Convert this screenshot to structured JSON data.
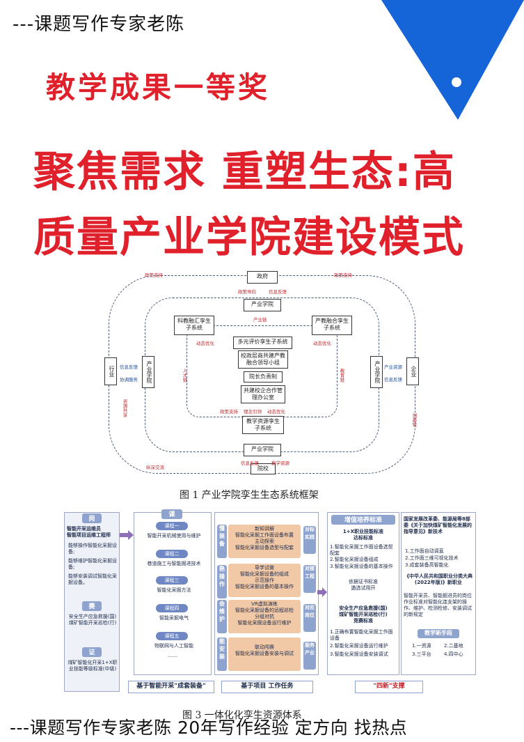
{
  "header": {
    "credit": "---课题写作专家老陈",
    "award": "教学成果一等奖",
    "headline_line1": "聚焦需求 重塑生态:高",
    "headline_line2": "质量产业学院建设模式"
  },
  "colors": {
    "accent_red": "#e0202a",
    "corner_blue": "#1565d8"
  },
  "figure1": {
    "caption": "图 1  产业学院孪生生态系统框架",
    "nodes": {
      "government": "政府",
      "college_top": "产业学院",
      "sci_tech": "科教融汇孪生子系统",
      "industry_edu": "产教融合孪生子系统",
      "multi_eval": "多元评价孪生子系统",
      "leader_group": "校政层商共建产教融合领导小组",
      "dean": "院长负责制",
      "office": "共建校企合作管理办公室",
      "teaching_res": "教学资源孪生子系统",
      "college_bottom": "产业学院",
      "school": "院校",
      "industry_left": "行业",
      "college_left": "产业学院",
      "college_right": "产业学院",
      "enterprise_right": "企业"
    },
    "labels": {
      "policy_support_top": "政策支持",
      "policy_support_right": "政策支持",
      "policy_guide": "政策导向",
      "info_feedback_top": "信息反馈",
      "industry_chain": "产业链",
      "info_feedback_left": "信息反馈",
      "coordinate_service": "协调服务",
      "resource_sharing": "资源共享",
      "industry_resource": "产业资源",
      "info_feedback_right": "信息反馈",
      "education_chain": "教育链",
      "talent_chain": "人才链",
      "innovation_chain": "创新链",
      "dynamic_opt_left": "动态优化",
      "dynamic_opt_right": "动态优化",
      "policy_support_bottom": "政策支持",
      "concept_guide": "理念引领",
      "dynamic_opt_bottom": "动态优化",
      "info_feedback_bottom": "信息反馈",
      "teaching_resource": "教学资源",
      "deep_cross": "纵深交流"
    }
  },
  "figure3": {
    "caption": "图 3  一体化化孪生资源体系",
    "col1": {
      "tag_post": "岗",
      "post_title": "智能开采运维员\n智能项目运维工程师",
      "abilities": [
        "能够操作智能化采掘设备;",
        "能够维护智能化采掘设备;",
        "能够安装调试智能化采掘设备。"
      ],
      "tag_match": "赛",
      "match_text": "安全生产应急救援(国)\n煤矿智能开采巡检(行)",
      "tag_cert": "证",
      "cert_text": "煤矿智能化开采1+X职业技能等级标准(中级)"
    },
    "col2": {
      "tag": "课",
      "courses": [
        {
          "name": "课程一",
          "desc": "智能开采机械使用与维护"
        },
        {
          "name": "课程二",
          "desc": "巷道施工与智能掘进技术"
        },
        {
          "name": "课程三",
          "desc": "智能化采掘方法"
        },
        {
          "name": "课程四",
          "desc": "智能采掘电气"
        },
        {
          "name": "课程五",
          "desc": "物联网与人工智能"
        }
      ],
      "more": "……",
      "bottom": "基于智能开采\"成套装备\""
    },
    "col3": {
      "sides": [
        "懂装备",
        "熟操作",
        "会维护",
        "能安装"
      ],
      "items": [
        "新知讲解\n智能化采掘工作面设备布置\n主动探索\n智能化采掘设备选型与配套",
        "导学试做\n智能化采掘设备的组成\n示范操作\n智能化采掘设备的基本操作",
        "VR虚拟演练\n智能化采掘设备的远程巡检\n分组对抗\n智能化采掘设备运行维护",
        "联动闯赛\n智能化采掘设备安装与调试"
      ],
      "right_tags": [
        "对标\n实践",
        "对接\n工程",
        "对应\n岗位",
        "服务\n产业"
      ],
      "bottom": "基于项目 工作任务"
    },
    "col4": {
      "title": "增值培养标准",
      "standard_title": "1+X职业技能标准\n达标标准",
      "list": [
        "1.智能化采掘工作面设备选型配套",
        "2.智能化采掘设备组成",
        "3.智能化采掘设备的基本操作"
      ],
      "mid": "依据证书标准\n遴选试用开",
      "safety": "安全生产应急救援(国)\n煤矿智能开采巡检(行)\n竞赛标准",
      "list2": [
        "1.正确布置智能化采掘工作面设备",
        "2.智能化采掘设备运行维护",
        "3.智能化采掘设备安装调试"
      ],
      "bottom": "\"四新\"支撑"
    },
    "col5": {
      "policy": "国家发展改革委、能源局等8部委《关于加快煤矿智能化发展的指导意见》新技术",
      "points": [
        "1.工作面自动调直",
        "2.工作面三维可视化技术",
        "3.成套装备高智能化"
      ],
      "std": "《中华人民共和国职业分类大典(2022年版)》新职业",
      "std_text": "智能开采员、智能掘进员的岗位作业标准对智能化连支架的操作、维护、检测检修、安装调试的新规定",
      "means": "教学新手段",
      "means_list": [
        "1.一资源",
        "2.二基地",
        "3.三平台",
        "4.四中心"
      ]
    }
  },
  "footer": {
    "credit": "---课题写作专家老陈  20年写作经验 定方向 找热点"
  }
}
